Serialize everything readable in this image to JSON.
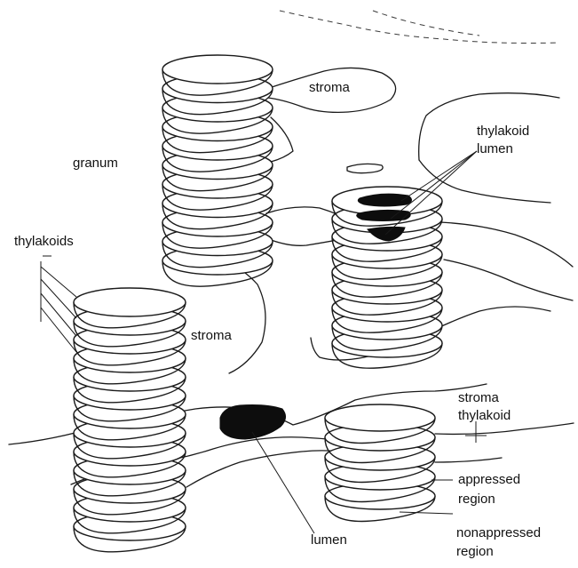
{
  "labels": {
    "stroma_top": "stroma",
    "thylakoid_lumen_line1": "thylakoid",
    "thylakoid_lumen_line2": "lumen",
    "granum": "granum",
    "thylakoids": "thylakoids",
    "stroma_mid": "stroma",
    "stroma_thylakoid_line1": "stroma",
    "stroma_thylakoid_line2": "thylakoid",
    "appressed_line1": "appressed",
    "appressed_line2": "region",
    "nonappressed_line1": "nonappressed",
    "nonappressed_line2": "region",
    "lumen": "lumen"
  },
  "colors": {
    "ink": "#1a1a1a",
    "lumen_fill": "#0d0d0d",
    "background": "#ffffff"
  }
}
